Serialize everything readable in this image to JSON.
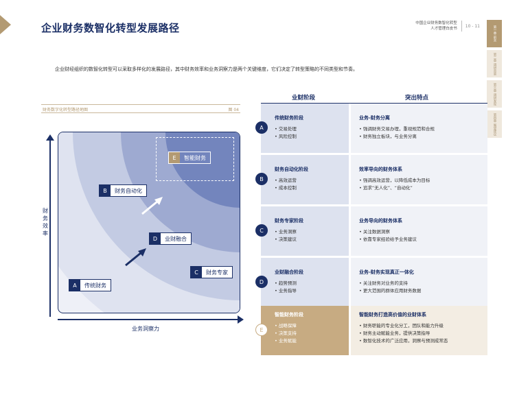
{
  "header": {
    "title": "企业财务数智化转型发展路径",
    "doc_name_line1": "中国企业财务数智化转型",
    "doc_name_line2": "人才管理白皮书",
    "page_numbers": "10 - 11"
  },
  "side_tabs": [
    "第一章 前言",
    "第二章 调研背景",
    "第三章 调研发现",
    "第四章 展望建议"
  ],
  "intro": "企业财经组织的数智化转型可以采取多样化的发展路径，其中财务效率和业务洞察力是两个关键维度，它们决定了转型策略的不同类型和节奏。",
  "chart": {
    "caption": "财务数字化转型路径地图",
    "figure_label": "图 04",
    "ylabel": "财务效率",
    "xlabel": "业务洞察力",
    "stages": [
      {
        "letter": "A",
        "label": "传统财务"
      },
      {
        "letter": "B",
        "label": "财务自动化"
      },
      {
        "letter": "C",
        "label": "财务专家"
      },
      {
        "letter": "D",
        "label": "业财融合"
      },
      {
        "letter": "E",
        "label": "智能财务"
      }
    ]
  },
  "table": {
    "col1_header": "业财阶段",
    "col2_header": "突出特点",
    "rows": [
      {
        "letter": "A",
        "stage": "传统财务阶段",
        "stage_points": [
          "交易处理",
          "风险控制"
        ],
        "feature": "业务-财务分离",
        "feature_points": [
          "强调财务交易办理，重视规范和合规",
          "财务独立板块，与业务分离"
        ]
      },
      {
        "letter": "B",
        "stage": "财务自动化阶段",
        "stage_points": [
          "高效运营",
          "成本控制"
        ],
        "feature": "效率导向的财务体系",
        "feature_points": [
          "强调高效运营，以降低成本为目标",
          "追求“无人化”、“自动化”"
        ]
      },
      {
        "letter": "C",
        "stage": "财务专家阶段",
        "stage_points": [
          "业务洞察",
          "决策建议"
        ],
        "feature": "业务导向的财务体系",
        "feature_points": [
          "关注数据洞察",
          "依靠专家经验给予业务建议"
        ]
      },
      {
        "letter": "D",
        "stage": "业财融合阶段",
        "stage_points": [
          "趋势预测",
          "业务指导"
        ],
        "feature": "业务-财务实现真正一体化",
        "feature_points": [
          "关注财务对业务的支持",
          "更大范围的群体应用财务数据"
        ]
      },
      {
        "letter": "E",
        "stage": "智能财务阶段",
        "stage_points": [
          "战略保障",
          "决策支持",
          "业务赋能"
        ],
        "feature": "智能财务打造高价值的业财体系",
        "feature_points": [
          "财务职能的专业化分工，团队和能力升级",
          "财务主动赋能业务，提供决策指导",
          "数智化技术的广泛应用，洞察与预测成常态"
        ]
      }
    ]
  },
  "colors": {
    "navy": "#1b2f66",
    "gold": "#b39a72"
  }
}
